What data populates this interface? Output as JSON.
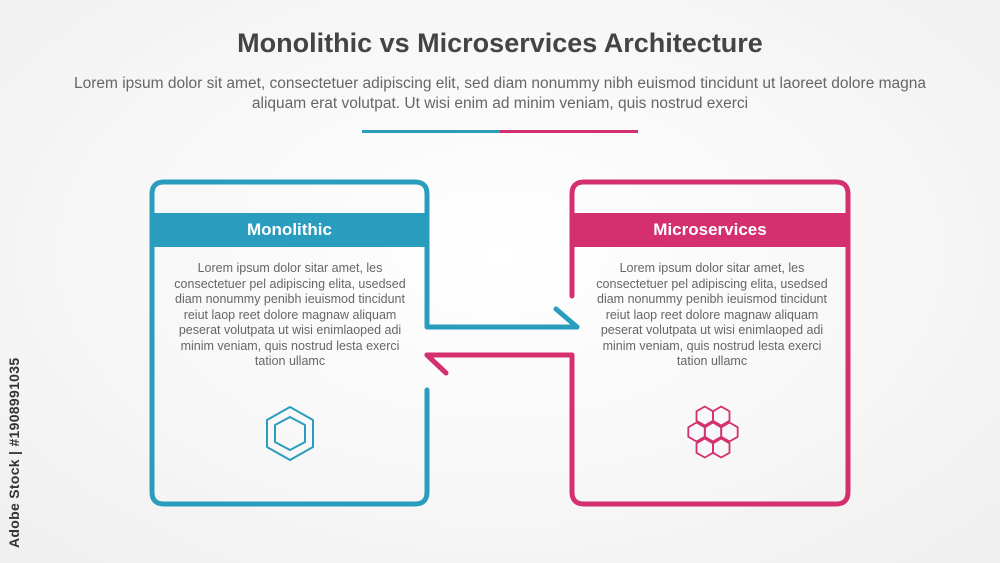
{
  "header": {
    "title": "Monolithic vs Microservices Architecture",
    "subtitle": "Lorem ipsum dolor sit amet, consectetuer adipiscing elit, sed diam nonummy nibh euismod tincidunt ut laoreet dolore magna aliquam erat volutpat. Ut wisi enim ad minim veniam, quis nostrud exerci"
  },
  "colors": {
    "left": "#2a9dbf",
    "right": "#d4306f",
    "text": "#666666",
    "title": "#444444"
  },
  "left_box": {
    "title": "Monolithic",
    "body": "Lorem ipsum dolor sitar amet, les consectetuer pel adipiscing elita, usedsed diam nonummy penibh ieuismod tincidunt reiut laop reet dolore magnaw aliquam peserat volutpata ut wisi enimlaoped adi minim veniam, quis nostrud lesta exerci tation ullamc",
    "icon": "hexagon-icon"
  },
  "right_box": {
    "title": "Microservices",
    "body": "Lorem ipsum dolor sitar amet, les consectetuer pel adipiscing elita, usedsed diam nonummy penibh ieuismod tincidunt reiut laop reet dolore magnaw aliquam peserat volutpata ut wisi enimlaoped adi minim veniam, quis nostrud lesta exerci tation ullamc",
    "icon": "honeycomb-icon"
  },
  "watermark": "Adobe Stock | #1908991035"
}
